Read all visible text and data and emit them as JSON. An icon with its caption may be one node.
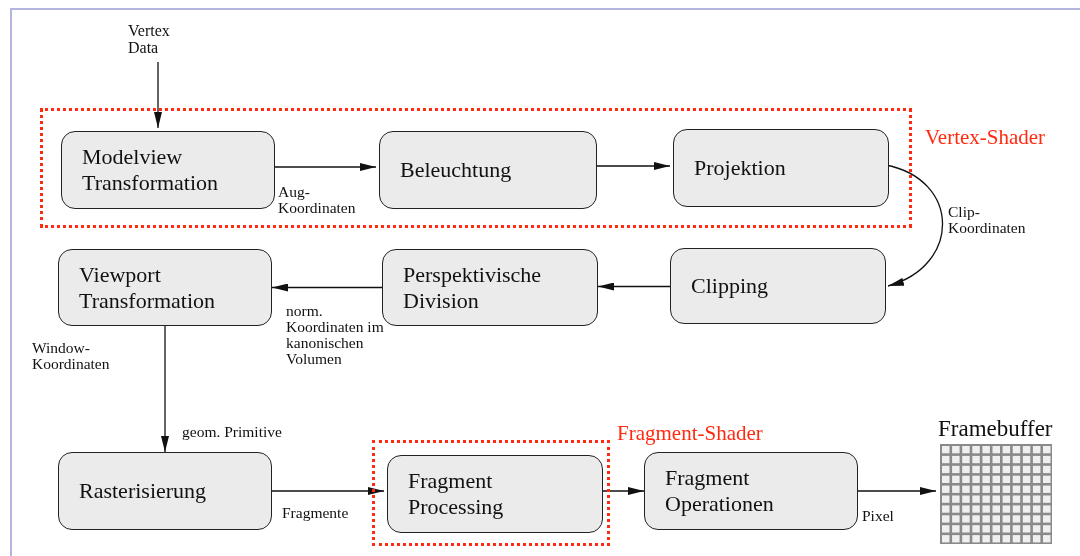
{
  "diagram": {
    "nodes": [
      {
        "text": [
          "Vertex Data"
        ]
      },
      {
        "text": [
          "Vertex-Shader"
        ]
      },
      {
        "text": [
          "Modelview Transformation"
        ],
        "in": 1
      },
      {
        "text": [
          "Beleuchtung"
        ],
        "in": 1
      },
      {
        "text": [
          "Projektion"
        ],
        "in": 1
      },
      {
        "text": [
          "Clipping"
        ]
      },
      {
        "text": [
          "Perspektivische Division"
        ]
      },
      {
        "text": [
          "Viewport Transformation"
        ]
      },
      {
        "text": [
          "Rasterisierung"
        ]
      },
      {
        "text": [
          "Fragment-Shader"
        ]
      },
      {
        "text": [
          "Fragment Processing"
        ],
        "in": 9
      },
      {
        "text": [
          "Fragment Operationen"
        ]
      },
      {
        "text": [
          "Framebuffer"
        ]
      }
    ],
    "edges": [
      {
        "from": 0,
        "to": 2,
        "arrow": "to"
      },
      {
        "from": 2,
        "to": 3,
        "arrow": "to",
        "label": "Aug- Koordinaten"
      },
      {
        "from": 3,
        "to": 4,
        "arrow": "to"
      },
      {
        "from": 4,
        "to": 5,
        "arrow": "to",
        "label": "Clip- Koordinaten"
      },
      {
        "from": 5,
        "to": 6,
        "arrow": "to"
      },
      {
        "from": 6,
        "to": 7,
        "arrow": "to",
        "label": "norm. Koordinaten im kanonischen Volumen"
      },
      {
        "from": 7,
        "to": 8,
        "arrow": "to",
        "label": "Window- Koordinaten"
      },
      {
        "from": 8,
        "to": 10,
        "arrow": "to",
        "label": "Fragmente"
      },
      {
        "from": 10,
        "to": 11,
        "arrow": "to"
      },
      {
        "from": 11,
        "to": 12,
        "arrow": "to",
        "label": "Pixel"
      }
    ],
    "labels": [
      "geom. Primitive"
    ]
  }
}
